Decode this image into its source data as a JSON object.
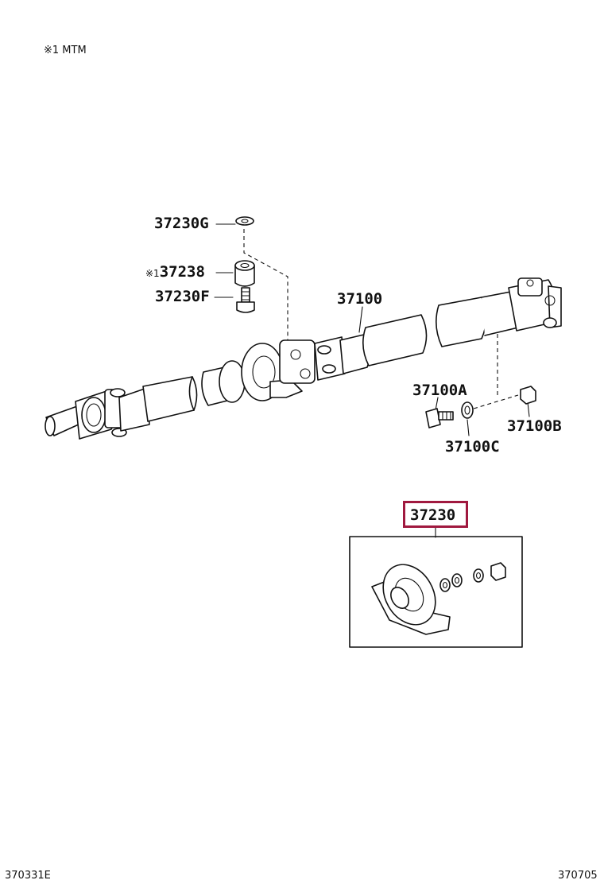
{
  "note": "※1 MTM",
  "callouts": {
    "c37230G": "37230G",
    "c37238_mark": "※1",
    "c37238": "37238",
    "c37230F": "37230F",
    "c37100": "37100",
    "c37100A": "37100A",
    "c37100B": "37100B",
    "c37100C": "37100C",
    "c37230": "37230"
  },
  "footer": {
    "left": "370331E",
    "right": "370705"
  },
  "colors": {
    "line": "#111111",
    "highlight": "#a0193f"
  }
}
